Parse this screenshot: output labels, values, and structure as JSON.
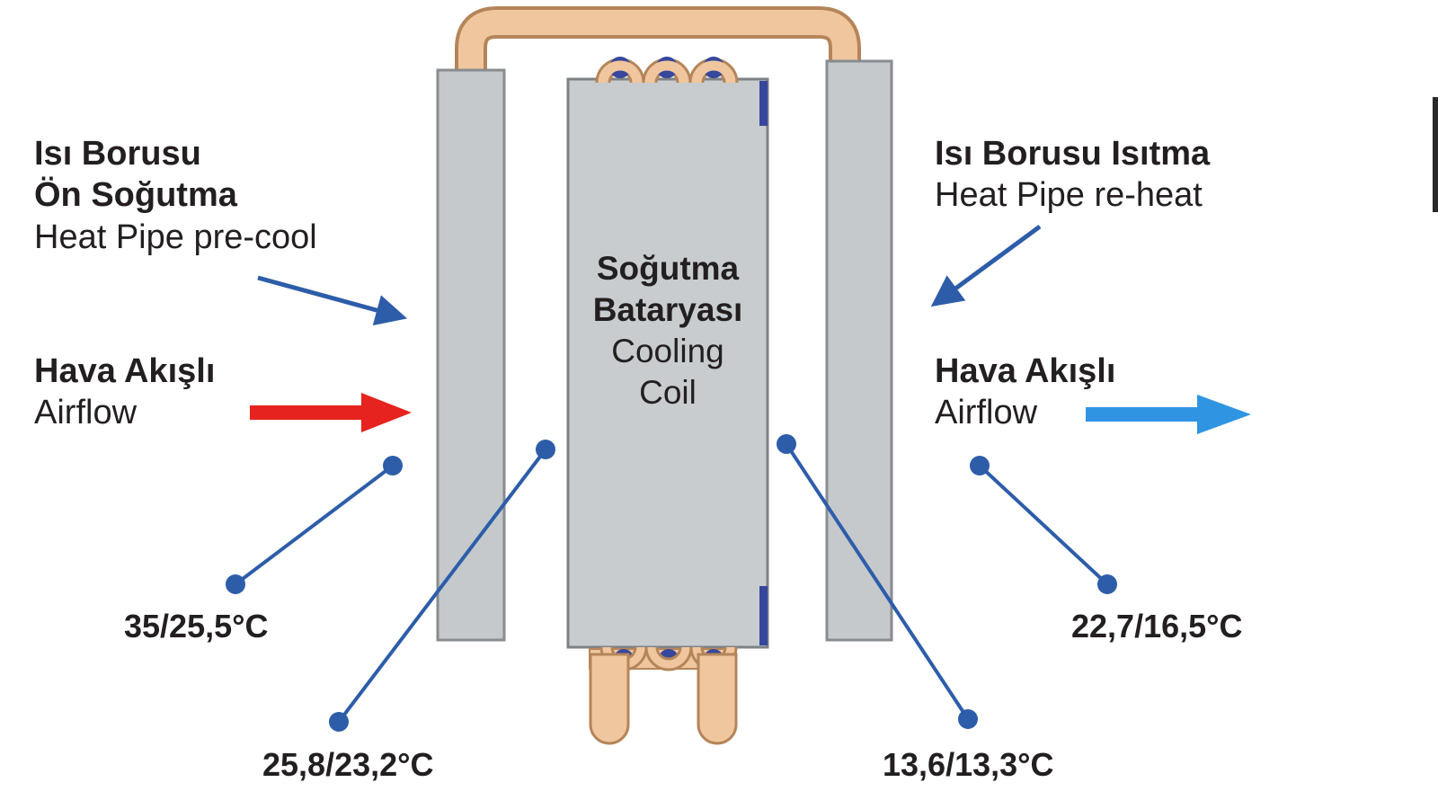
{
  "colors": {
    "callout_blue": "#2d5da9",
    "airflow_red": "#e6231e",
    "airflow_blue": "#2f95e3",
    "slab_gray": "#c5c9cc",
    "copper": "#f0c69e",
    "coil_accent_navy": "#37479c",
    "text": "#231f20"
  },
  "labels": {
    "heatpipe_precool": {
      "tr1": "Isı Borusu",
      "tr2": "Ön Soğutma",
      "en": "Heat Pipe pre-cool"
    },
    "heatpipe_reheat": {
      "tr": "Isı Borusu Isıtma",
      "en": "Heat Pipe re-heat"
    },
    "airflow_in": {
      "tr": "Hava Akışlı",
      "en": "Airflow"
    },
    "airflow_out": {
      "tr": "Hava Akışlı",
      "en": "Airflow"
    },
    "cooling_coil": {
      "tr1": "Soğutma",
      "tr2": "Bataryası",
      "en1": "Cooling",
      "en2": "Coil"
    }
  },
  "temperatures": {
    "inlet": "35/25,5°C",
    "after_precool": "25,8/23,2°C",
    "after_coil": "13,6/13,3°C",
    "outlet": "22,7/16,5°C"
  }
}
